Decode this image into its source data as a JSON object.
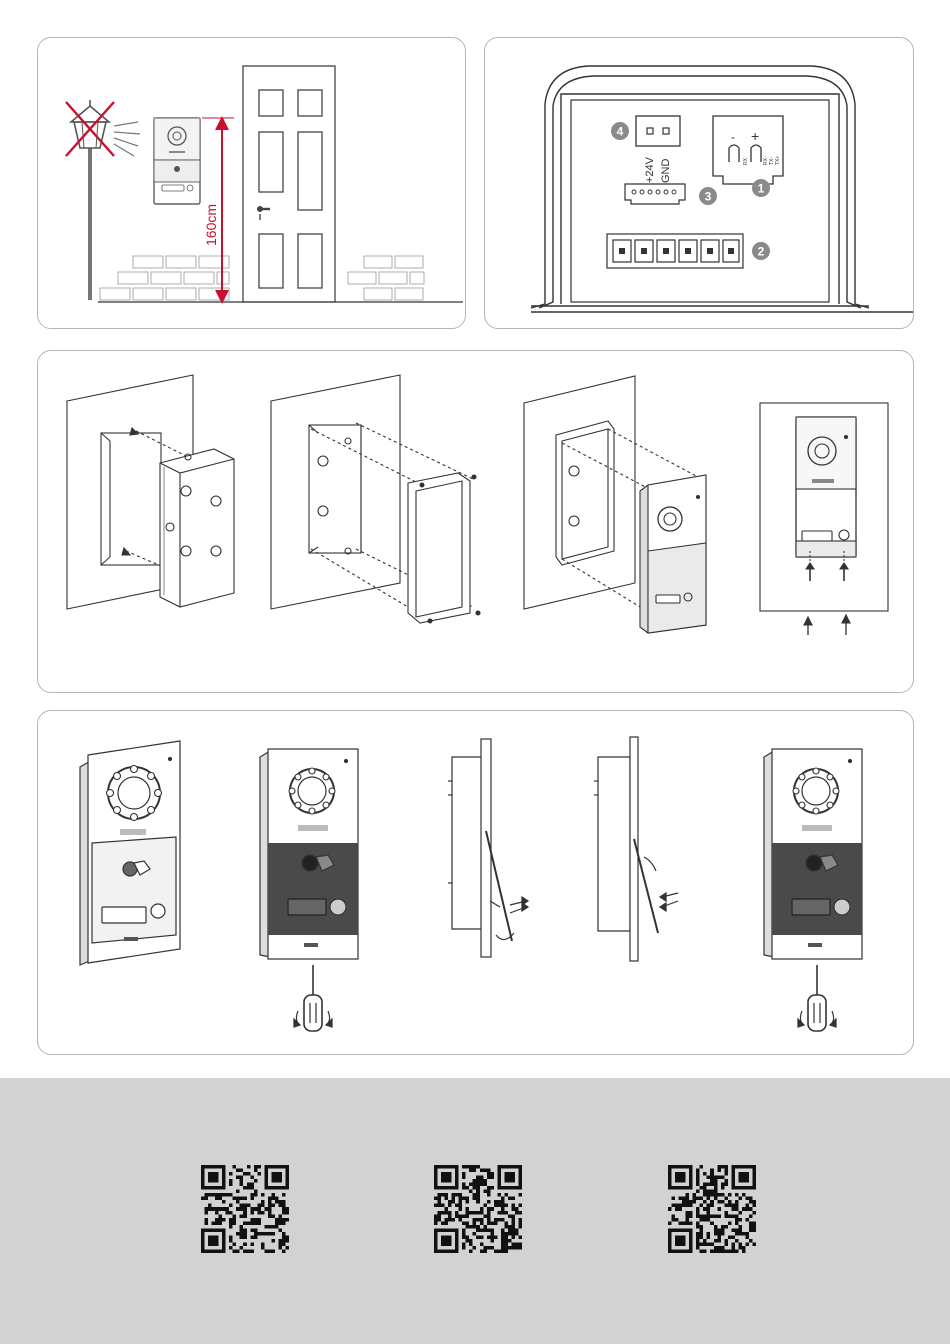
{
  "mounting": {
    "height_label": "160cm",
    "colors": {
      "red": "#c8102e",
      "line": "#333333",
      "light": "#999999"
    }
  },
  "connector": {
    "callouts": [
      "1",
      "2",
      "3",
      "4"
    ],
    "power_labels": {
      "plus24": "+24V",
      "gnd": "GND"
    },
    "polarity": {
      "minus": "-",
      "plus": "+"
    },
    "bus_pins": [
      "RX",
      "RX-",
      "TX-",
      "TX+"
    ]
  },
  "footer": {
    "qr_codes": [
      "qr-code-1",
      "qr-code-2",
      "qr-code-3"
    ],
    "background": "#d2d2d2"
  }
}
